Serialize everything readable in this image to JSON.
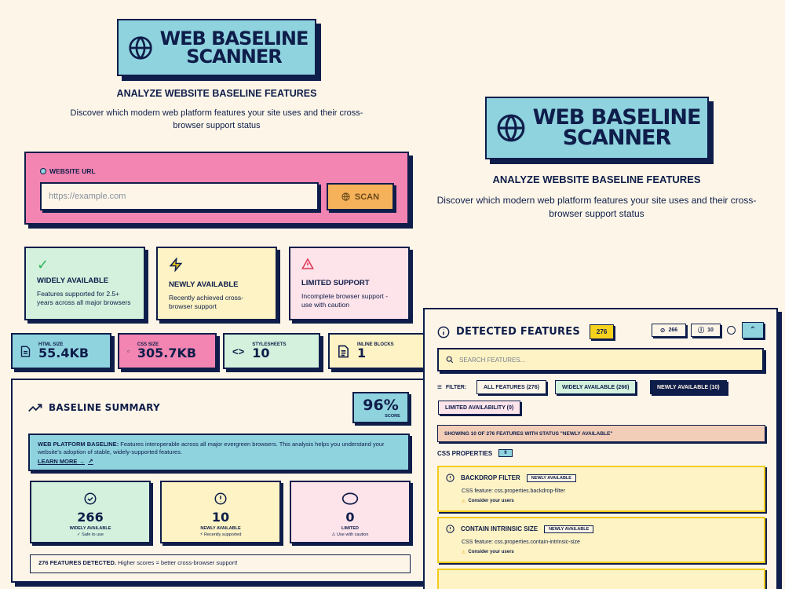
{
  "header_small": {
    "title_line1": "WEB BASELINE",
    "title_line2": "SCANNER",
    "subtitle": "ANALYZE WEBSITE BASELINE FEATURES",
    "description": "Discover which modern web platform features your site uses and their cross-browser support status"
  },
  "header_large": {
    "title_line1": "WEB BASELINE",
    "title_line2": "SCANNER",
    "subtitle": "ANALYZE WEBSITE BASELINE FEATURES",
    "description": "Discover which modern web platform features your site uses and their cross-browser support status"
  },
  "url_form": {
    "label": "WEBSITE URL",
    "placeholder": "https://example.com",
    "scan_label": "SCAN"
  },
  "info_cards": [
    {
      "icon": "check-icon",
      "title": "WIDELY AVAILABLE",
      "desc": "Features supported for 2.5+ years across all major browsers",
      "color": "#d3f1dc"
    },
    {
      "icon": "lightning-icon",
      "title": "NEWLY AVAILABLE",
      "desc": "Recently achieved cross-browser support",
      "color": "#fdf3c4"
    },
    {
      "icon": "warning-icon",
      "title": "LIMITED SUPPORT",
      "desc": "Incomplete browser support - use with caution",
      "color": "#fde3ea"
    }
  ],
  "stats": [
    {
      "label": "HTML SIZE",
      "value": "55.4KB",
      "color": "#8fd3df"
    },
    {
      "label": "CSS SIZE",
      "value": "305.7KB",
      "color": "#f285b1"
    },
    {
      "label": "STYLESHEETS",
      "value": "10",
      "color": "#d3f1dc"
    },
    {
      "label": "INLINE BLOCKS",
      "value": "1",
      "color": "#fdf3c4"
    }
  ],
  "summary": {
    "title": "BASELINE SUMMARY",
    "score": "96%",
    "score_label": "SCORE",
    "note_bold": "WEB PLATFORM BASELINE:",
    "note_text": " Features interoperable across all major evergreen browsers. This analysis helps you understand your website's adoption of stable, widely-supported features.",
    "learn_more": "LEARN MORE →",
    "cards": [
      {
        "value": "266",
        "label": "WIDELY AVAILABLE",
        "sub": "✓ Safe to use",
        "color": "#d3f1dc"
      },
      {
        "value": "10",
        "label": "NEWLY AVAILABLE",
        "sub": "⚡ Recently supported",
        "color": "#fdf3c4"
      },
      {
        "value": "0",
        "label": "LIMITED",
        "sub": "⚠ Use with caution",
        "color": "#fde3ea"
      }
    ],
    "footer_bold": "276 FEATURES DETECTED.",
    "footer_text": " Higher scores = better cross-browser support!"
  },
  "detected": {
    "title": "DETECTED FEATURES",
    "count": "276",
    "widely_count": "266",
    "newly_count": "10",
    "search_placeholder": "SEARCH FEATURES...",
    "filter_label": "FILTER:",
    "filters": [
      {
        "label": "ALL FEATURES (276)",
        "active": false
      },
      {
        "label": "WIDELY AVAILABLE (266)",
        "active": false
      },
      {
        "label": "NEWLY AVAILABLE (10)",
        "active": true
      },
      {
        "label": "LIMITED AVAILABILITY (0)",
        "active": false
      }
    ],
    "showing": "SHOWING 10 OF 276 FEATURES WITH STATUS \"NEWLY AVAILABLE\"",
    "group_title": "CSS PROPERTIES",
    "group_count": "9",
    "features": [
      {
        "name": "BACKDROP FILTER",
        "badge": "NEWLY AVAILABLE",
        "code": "CSS feature: css.properties.backdrop-filter",
        "warn": "Consider your users"
      },
      {
        "name": "CONTAIN INTRINSIC SIZE",
        "badge": "NEWLY AVAILABLE",
        "code": "CSS feature: css.properties.contain-intrinsic-size",
        "warn": "Consider your users"
      }
    ]
  }
}
